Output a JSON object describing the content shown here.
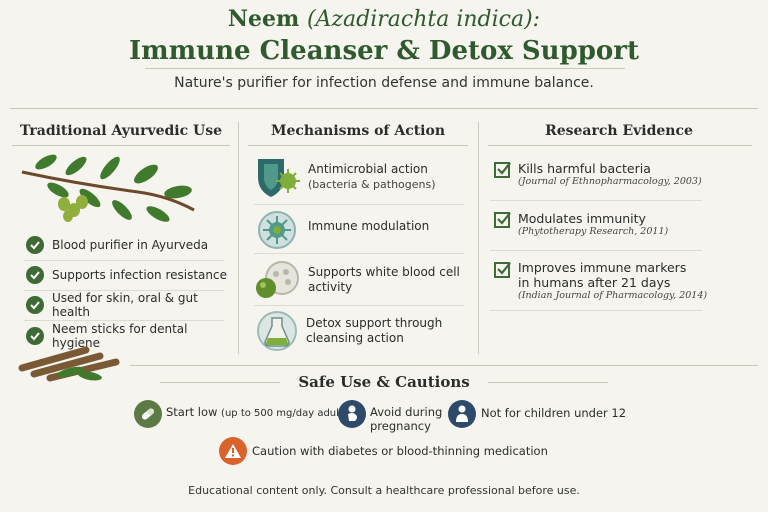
{
  "header": {
    "title_common": "Neem",
    "title_latin": "(Azadirachta indica):",
    "title_line2": "Immune Cleanser & Detox Support",
    "subtitle": "Nature's purifier for infection defense and immune balance."
  },
  "columns": {
    "traditional": {
      "heading": "Traditional Ayurvedic Use",
      "items": [
        "Blood purifier in Ayurveda",
        "Supports infection resistance",
        "Used for skin, oral & gut health",
        "Neem sticks for dental hygiene"
      ]
    },
    "mechanisms": {
      "heading": "Mechanisms of Action",
      "items": [
        {
          "title": "Antimicrobial action",
          "sub": "(bacteria & pathogens)",
          "icon": "shield-icon"
        },
        {
          "title": "Immune modulation",
          "sub": "",
          "icon": "cell-icon"
        },
        {
          "title": "Supports white blood cell",
          "sub": "activity",
          "icon": "blood-cell-icon"
        },
        {
          "title": "Detox support through",
          "sub": "cleansing action",
          "icon": "flask-icon"
        }
      ]
    },
    "research": {
      "heading": "Research Evidence",
      "items": [
        {
          "line1": "Kills harmful bacteria",
          "line2": "",
          "cite": "(Journal of Ethnopharmacology, 2003)"
        },
        {
          "line1": "Modulates immunity",
          "line2": "",
          "cite": "(Phytotherapy Research, 2011)"
        },
        {
          "line1": "Improves immune markers",
          "line2": "in humans after 21 days",
          "cite": "(Indian Journal of Pharmacology, 2014)"
        }
      ]
    }
  },
  "safety": {
    "heading": "Safe Use & Cautions",
    "start_low": "Start low",
    "start_low_detail": "(up to 500 mg/day adults)",
    "pregnancy_line1": "Avoid during",
    "pregnancy_line2": "pregnancy",
    "children": "Not for children under 12",
    "caution": "Caution with diabetes or blood-thinning medication"
  },
  "footer": "Educational content only. Consult a healthcare professional before use.",
  "colors": {
    "accent_green": "#3e6b35",
    "title_green": "#2f5a2e",
    "navy": "#2d4a6b",
    "warning_orange": "#d9632b"
  }
}
